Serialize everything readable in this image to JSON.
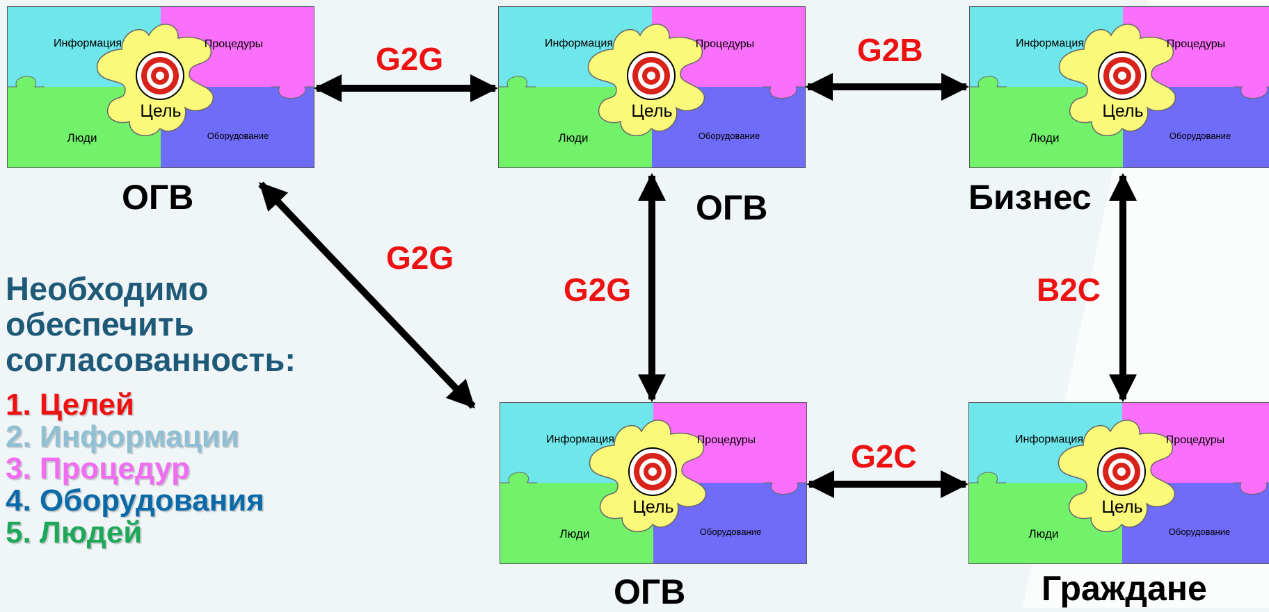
{
  "node_labels": {
    "information": "Информация",
    "procedures": "Процедуры",
    "people": "Люди",
    "equipment": "Оборудование",
    "goal": "Цель"
  },
  "nodes": [
    {
      "id": "ogv-1",
      "caption": "ОГВ"
    },
    {
      "id": "ogv-2",
      "caption": "ОГВ"
    },
    {
      "id": "business",
      "caption": "Бизнес"
    },
    {
      "id": "ogv-3",
      "caption": "ОГВ"
    },
    {
      "id": "citizens",
      "caption": "Граждане"
    }
  ],
  "relations": [
    {
      "from": "ogv-1",
      "to": "ogv-2",
      "label": "G2G"
    },
    {
      "from": "ogv-2",
      "to": "business",
      "label": "G2B"
    },
    {
      "from": "ogv-1",
      "to": "ogv-3",
      "label": "G2G"
    },
    {
      "from": "ogv-2",
      "to": "ogv-3",
      "label": "G2G"
    },
    {
      "from": "business",
      "to": "citizens",
      "label": "B2C"
    },
    {
      "from": "ogv-3",
      "to": "citizens",
      "label": "G2C"
    }
  ],
  "left_panel": {
    "heading": [
      "Необходимо",
      "обеспечить",
      "согласованность:"
    ],
    "items": [
      {
        "text": "1. Целей",
        "color": "#ee1111"
      },
      {
        "text": "2. Информации",
        "color": "#8fbfd2"
      },
      {
        "text": "3. Процедур",
        "color": "#f06cf0"
      },
      {
        "text": "4. Оборудования",
        "color": "#0a6aa8"
      },
      {
        "text": "5. Людей",
        "color": "#1fa85a"
      }
    ]
  },
  "colors": {
    "cyan": "#6ee6ea",
    "magenta": "#fb70fa",
    "green": "#72f26a",
    "blue": "#6e6cf8",
    "yellow": "#fbf97a",
    "target_red": "#d8231a"
  }
}
